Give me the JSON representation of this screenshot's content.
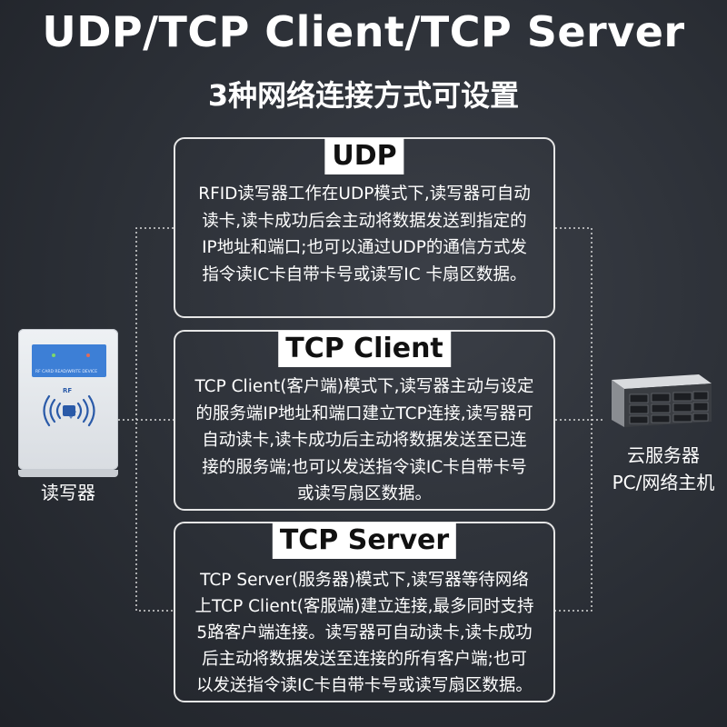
{
  "title": "UDP/TCP Client/TCP Server",
  "subtitle": "3种网络连接方式可设置",
  "modes": [
    {
      "name": "UDP",
      "lines": [
        "RFID读写器工作在UDP模式下,读写器可自动",
        "读卡,读卡成功后会主动将数据发送到指定的",
        "IP地址和端口;也可以通过UDP的通信方式发",
        "指令读IC卡自带卡号或读写IC 卡扇区数据。"
      ]
    },
    {
      "name": "TCP Client",
      "lines": [
        "TCP Client(客户端)模式下,读写器主动与设定",
        "的服务端IP地址和端口建立TCP连接,读写器可",
        "自动读卡,读卡成功后主动将数据发送至已连",
        "接的服务端;也可以发送指令读IC卡自带卡号",
        "或读写扇区数据。"
      ]
    },
    {
      "name": "TCP Server",
      "lines": [
        "TCP Server(服务器)模式下,读写器等待网络",
        "上TCP Client(客服端)建立连接,最多同时支持",
        "5路客户端连接。读写器可自动读卡,读卡成功",
        "后主动将数据发送至连接的所有客户端;也可",
        "以发送指令读IC卡自带卡号或读写扇区数据。"
      ]
    }
  ],
  "reader": {
    "label": "读写器",
    "screen_text": "RF CARD READ/WRITE DEVICE",
    "rf_text": "RF"
  },
  "server": {
    "label_line1": "云服务器",
    "label_line2": "PC/网络主机"
  }
}
